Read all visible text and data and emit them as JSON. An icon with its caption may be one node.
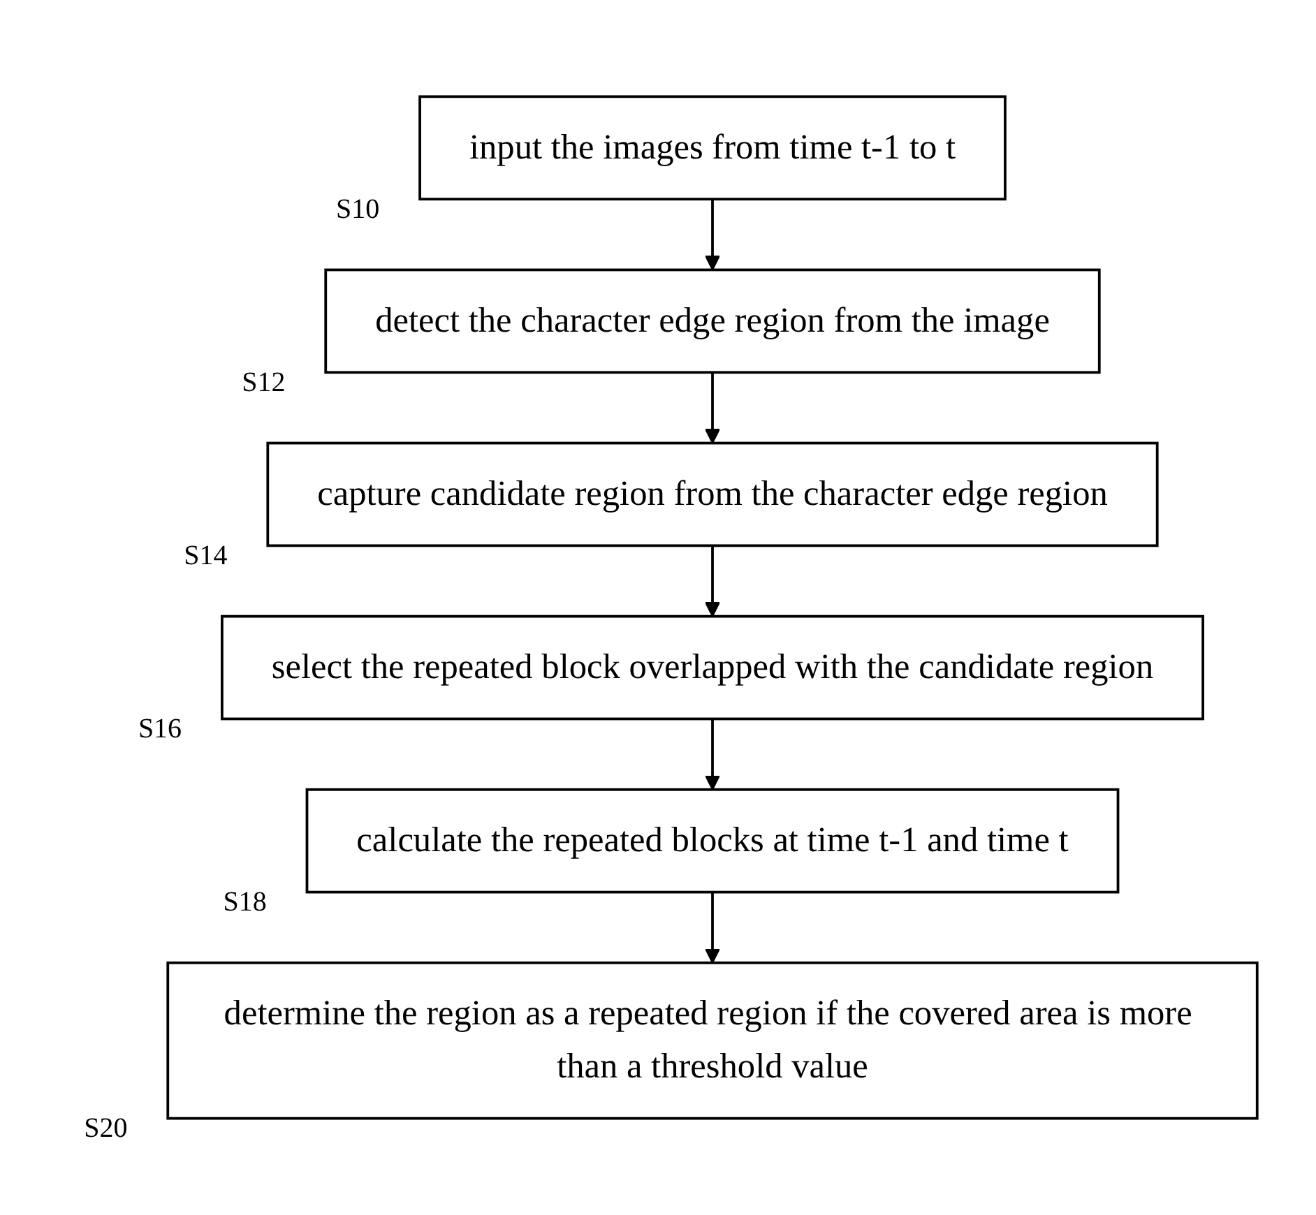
{
  "diagram": {
    "nodes": [
      {
        "text": [
          "input the images from time t-1 to t"
        ],
        "beside": [
          "S10"
        ]
      },
      {
        "text": [
          "detect the character edge region from the image"
        ],
        "beside": [
          "S12"
        ]
      },
      {
        "text": [
          "capture candidate region from the character edge region"
        ],
        "beside": [
          "S14"
        ]
      },
      {
        "text": [
          "select the repeated block overlapped with the candidate region"
        ],
        "beside": [
          "S16"
        ]
      },
      {
        "text": [
          "calculate the repeated blocks at time t-1 and time t"
        ],
        "beside": [
          "S18"
        ]
      },
      {
        "text": [
          "determine the region as a repeated region if the covered area is more than a threshold value"
        ],
        "beside": [
          "S20"
        ]
      }
    ],
    "edges": [
      {
        "from": 0,
        "to": 1,
        "arrow": "to"
      },
      {
        "from": 1,
        "to": 2,
        "arrow": "to"
      },
      {
        "from": 2,
        "to": 3,
        "arrow": "to"
      },
      {
        "from": 3,
        "to": 4,
        "arrow": "to"
      },
      {
        "from": 4,
        "to": 5,
        "arrow": "to"
      }
    ]
  }
}
